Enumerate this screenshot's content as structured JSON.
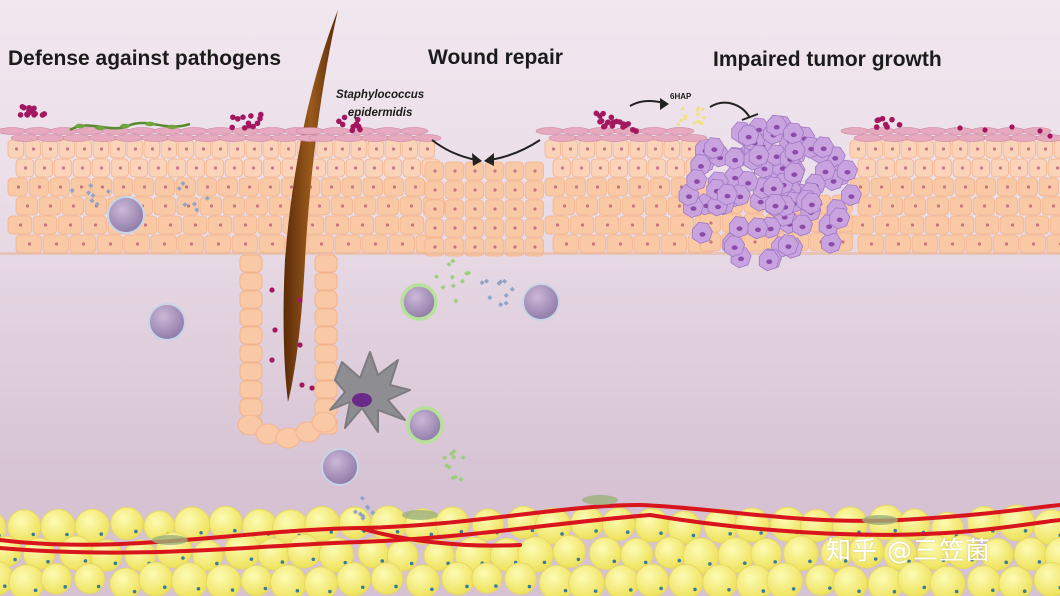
{
  "titles": {
    "defense": "Defense against pathogens",
    "wound": "Wound repair",
    "tumor": "Impaired  tumor growth"
  },
  "labels": {
    "staph_line1": "Staphylococcus",
    "staph_line2": "epidermidis",
    "compound": "6HAP"
  },
  "watermark": "知乎 @三笠菌",
  "colors": {
    "background": "#ece0ea",
    "epidermis_cell": "#f9c9a6",
    "stratum_corneum": "#e6a9be",
    "bacteria": "#a3175e",
    "tumor_cell": "#c9a3e0",
    "fat_cell": "#f7f27a",
    "blood_vessel": "#d8141c",
    "immune_cell": "#b39bc0",
    "hair": "#7a3f10"
  }
}
